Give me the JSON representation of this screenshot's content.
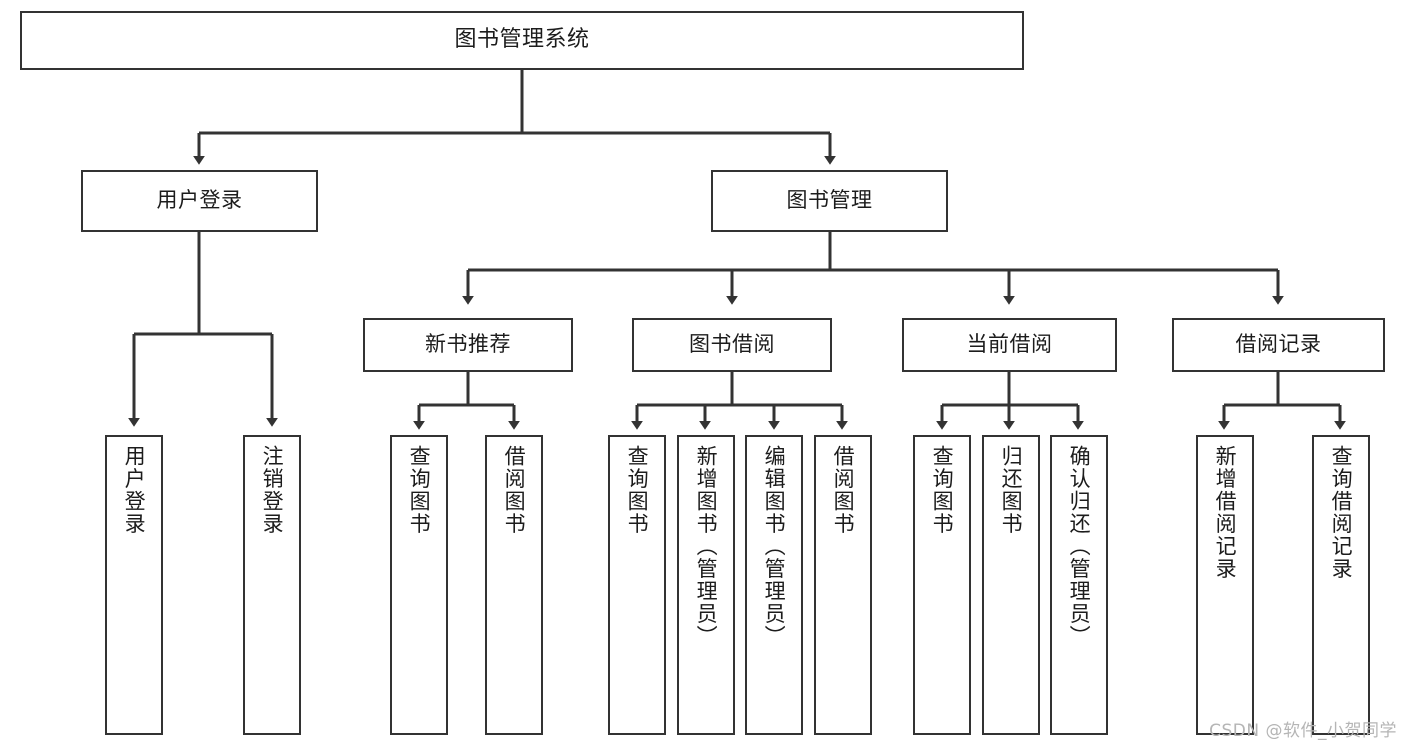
{
  "diagram": {
    "title": "图书管理系统",
    "type": "hierarchy-tree",
    "watermark": "CSDN @软件_小贺同学",
    "colors": {
      "box_border": "#333333",
      "box_fill": "#ffffff",
      "connector": "#333333",
      "text": "#1c1c1c",
      "watermark": "#b5b5b5",
      "background": "#ffffff"
    },
    "levels": [
      {
        "level": 0,
        "nodes": [
          {
            "id": "root",
            "label": "图书管理系统"
          }
        ]
      },
      {
        "level": 1,
        "nodes": [
          {
            "id": "login",
            "label": "用户登录",
            "parent": "root"
          },
          {
            "id": "bookmgmt",
            "label": "图书管理",
            "parent": "root"
          }
        ]
      },
      {
        "level": 2,
        "nodes": [
          {
            "id": "newbook",
            "label": "新书推荐",
            "parent": "bookmgmt"
          },
          {
            "id": "borrow",
            "label": "图书借阅",
            "parent": "bookmgmt"
          },
          {
            "id": "current",
            "label": "当前借阅",
            "parent": "bookmgmt"
          },
          {
            "id": "record",
            "label": "借阅记录",
            "parent": "bookmgmt"
          }
        ]
      },
      {
        "level": 3,
        "nodes": [
          {
            "id": "leaf1",
            "label": "用户登录",
            "parent": "login"
          },
          {
            "id": "leaf2",
            "label": "注销登录",
            "parent": "login"
          },
          {
            "id": "leaf3",
            "label": "查询图书",
            "parent": "newbook"
          },
          {
            "id": "leaf4",
            "label": "借阅图书",
            "parent": "newbook"
          },
          {
            "id": "leaf5",
            "label": "查询图书",
            "parent": "borrow"
          },
          {
            "id": "leaf6",
            "label": "新增图书（管理员）",
            "parent": "borrow"
          },
          {
            "id": "leaf7",
            "label": "编辑图书（管理员）",
            "parent": "borrow"
          },
          {
            "id": "leaf8",
            "label": "借阅图书",
            "parent": "borrow"
          },
          {
            "id": "leaf9",
            "label": "查询图书",
            "parent": "current"
          },
          {
            "id": "leaf10",
            "label": "归还图书",
            "parent": "current"
          },
          {
            "id": "leaf11",
            "label": "确认归还（管理员）",
            "parent": "current"
          },
          {
            "id": "leaf12",
            "label": "新增借阅记录",
            "parent": "record"
          },
          {
            "id": "leaf13",
            "label": "查询借阅记录",
            "parent": "record"
          }
        ]
      }
    ]
  }
}
